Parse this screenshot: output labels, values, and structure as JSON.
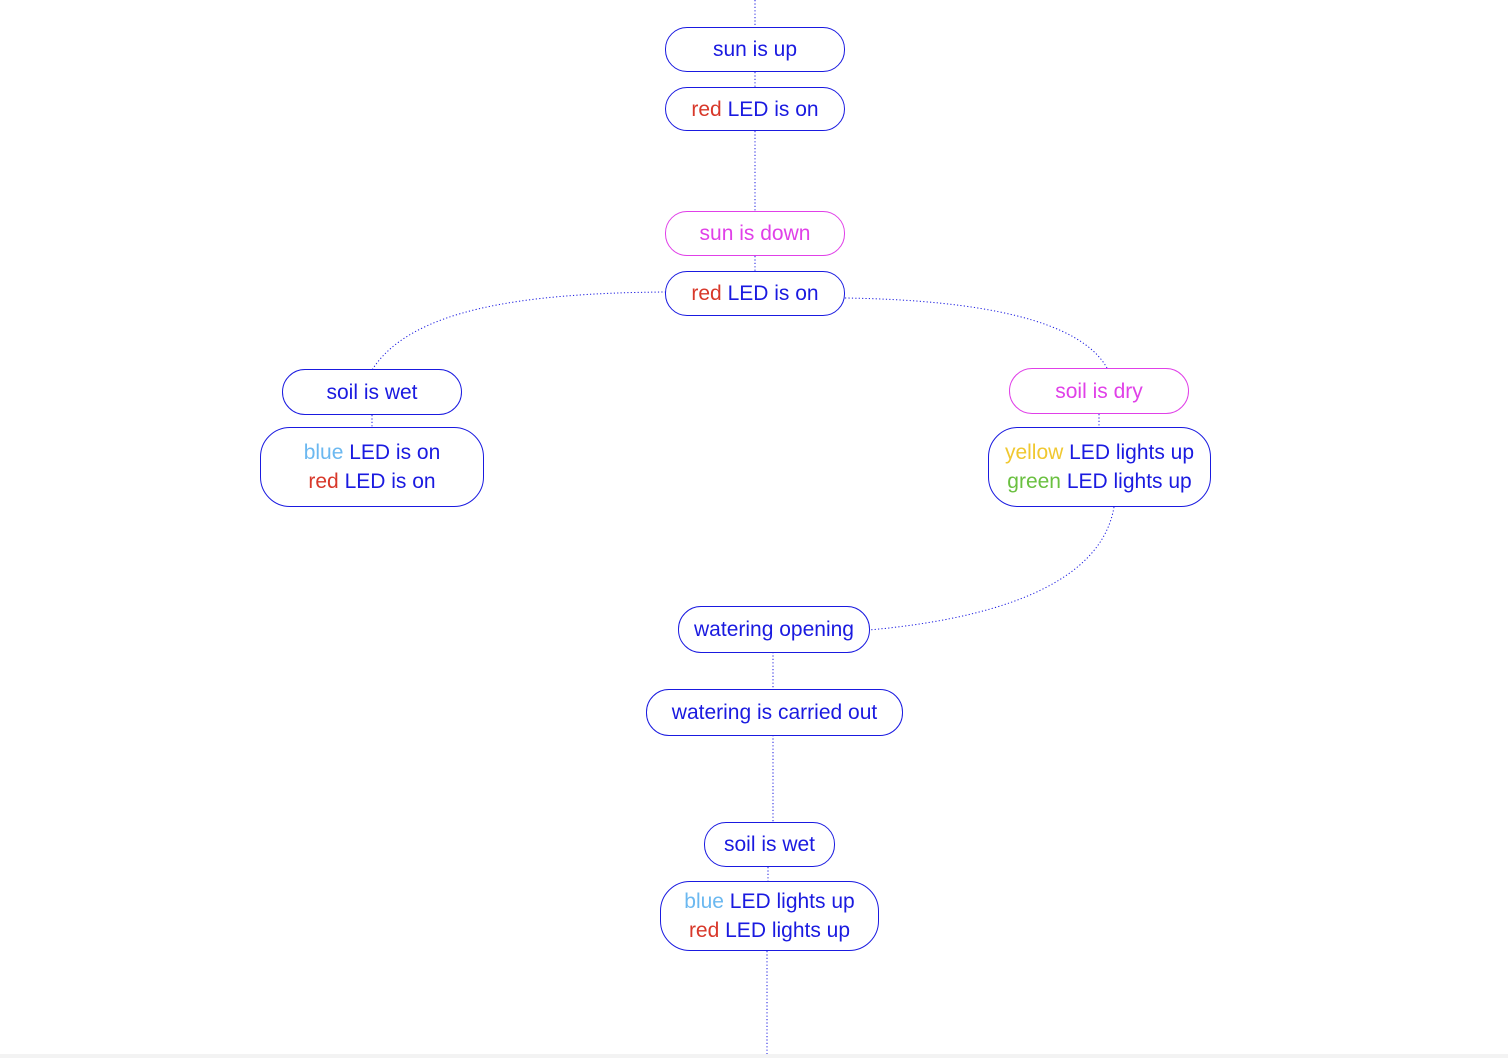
{
  "colors": {
    "node_border": "#1a1ae0",
    "text_primary": "#1a1ae0",
    "text_magenta": "#e040e8",
    "led_red": "#d8382a",
    "led_blue": "#6bb8f0",
    "led_yellow": "#f0c830",
    "led_green": "#6ac040",
    "connector": "#1a1ae0"
  },
  "nodes": {
    "sun_up": {
      "text": "sun is up"
    },
    "red_led_on_1": {
      "color_word": "red",
      "text": " LED is on"
    },
    "sun_down": {
      "text": "sun is down"
    },
    "red_led_on_2": {
      "color_word": "red",
      "text": " LED is on"
    },
    "soil_wet_left": {
      "text": "soil is wet"
    },
    "blue_red_led_on": {
      "lines": [
        {
          "color_word": "blue",
          "text": " LED is on"
        },
        {
          "color_word": "red",
          "text": " LED is on"
        }
      ]
    },
    "soil_dry": {
      "text": "soil is dry"
    },
    "yellow_green_led": {
      "lines": [
        {
          "color_word": "yellow",
          "text": " LED lights up"
        },
        {
          "color_word": "green",
          "text": " LED lights up"
        }
      ]
    },
    "watering_opening": {
      "text": "watering opening"
    },
    "watering_carried_out": {
      "text": "watering is carried out"
    },
    "soil_wet_bottom": {
      "text": "soil is wet"
    },
    "blue_red_led_lights": {
      "lines": [
        {
          "color_word": "blue",
          "text": " LED lights up"
        },
        {
          "color_word": "red",
          "text": " LED lights up"
        }
      ]
    }
  }
}
